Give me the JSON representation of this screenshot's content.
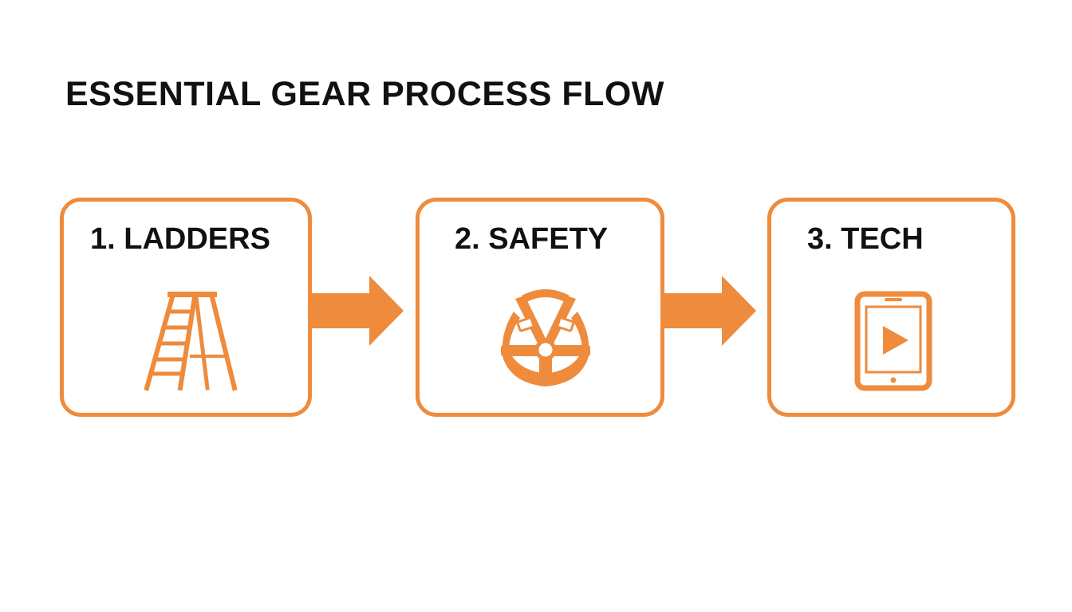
{
  "title": "ESSENTIAL GEAR PROCESS FLOW",
  "accent_color": "#EE8B3C",
  "text_color": "#111111",
  "steps": [
    {
      "label": "1. LADDERS",
      "icon": "ladder-icon"
    },
    {
      "label": "2. SAFETY",
      "icon": "safety-harness-icon"
    },
    {
      "label": "3. TECH",
      "icon": "tablet-play-icon"
    }
  ]
}
